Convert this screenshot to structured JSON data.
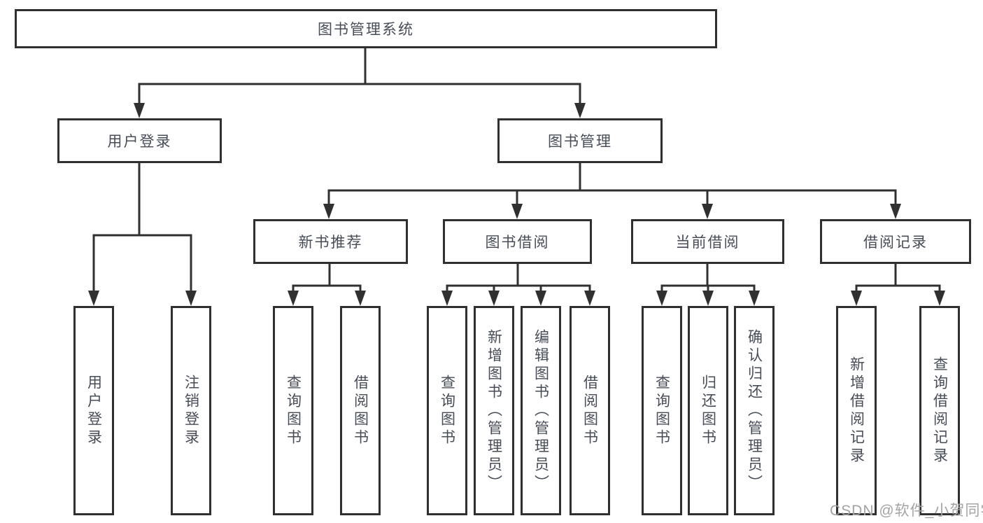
{
  "diagram_title": "图书管理系统",
  "colors": {
    "line": "#303030",
    "border": "#303030",
    "text": "#474c56",
    "watermark": "#a3a3a3",
    "background": "#ffffff"
  },
  "tree": {
    "root": {
      "label": "图书管理系统"
    },
    "branches": [
      {
        "label": "用户登录",
        "leaves": [
          "用户登录",
          "注销登录"
        ]
      },
      {
        "label": "图书管理",
        "children": [
          {
            "label": "新书推荐",
            "leaves": [
              "查询图书",
              "借阅图书"
            ]
          },
          {
            "label": "图书借阅",
            "leaves": [
              "查询图书",
              "新增图书（管理员）",
              "编辑图书（管理员）",
              "借阅图书"
            ]
          },
          {
            "label": "当前借阅",
            "leaves": [
              "查询图书",
              "归还图书",
              "确认归还（管理员）"
            ]
          },
          {
            "label": "借阅记录",
            "leaves": [
              "新增借阅记录",
              "查询借阅记录"
            ]
          }
        ]
      }
    ]
  },
  "watermark": "CSDN @软件_小贺同学"
}
